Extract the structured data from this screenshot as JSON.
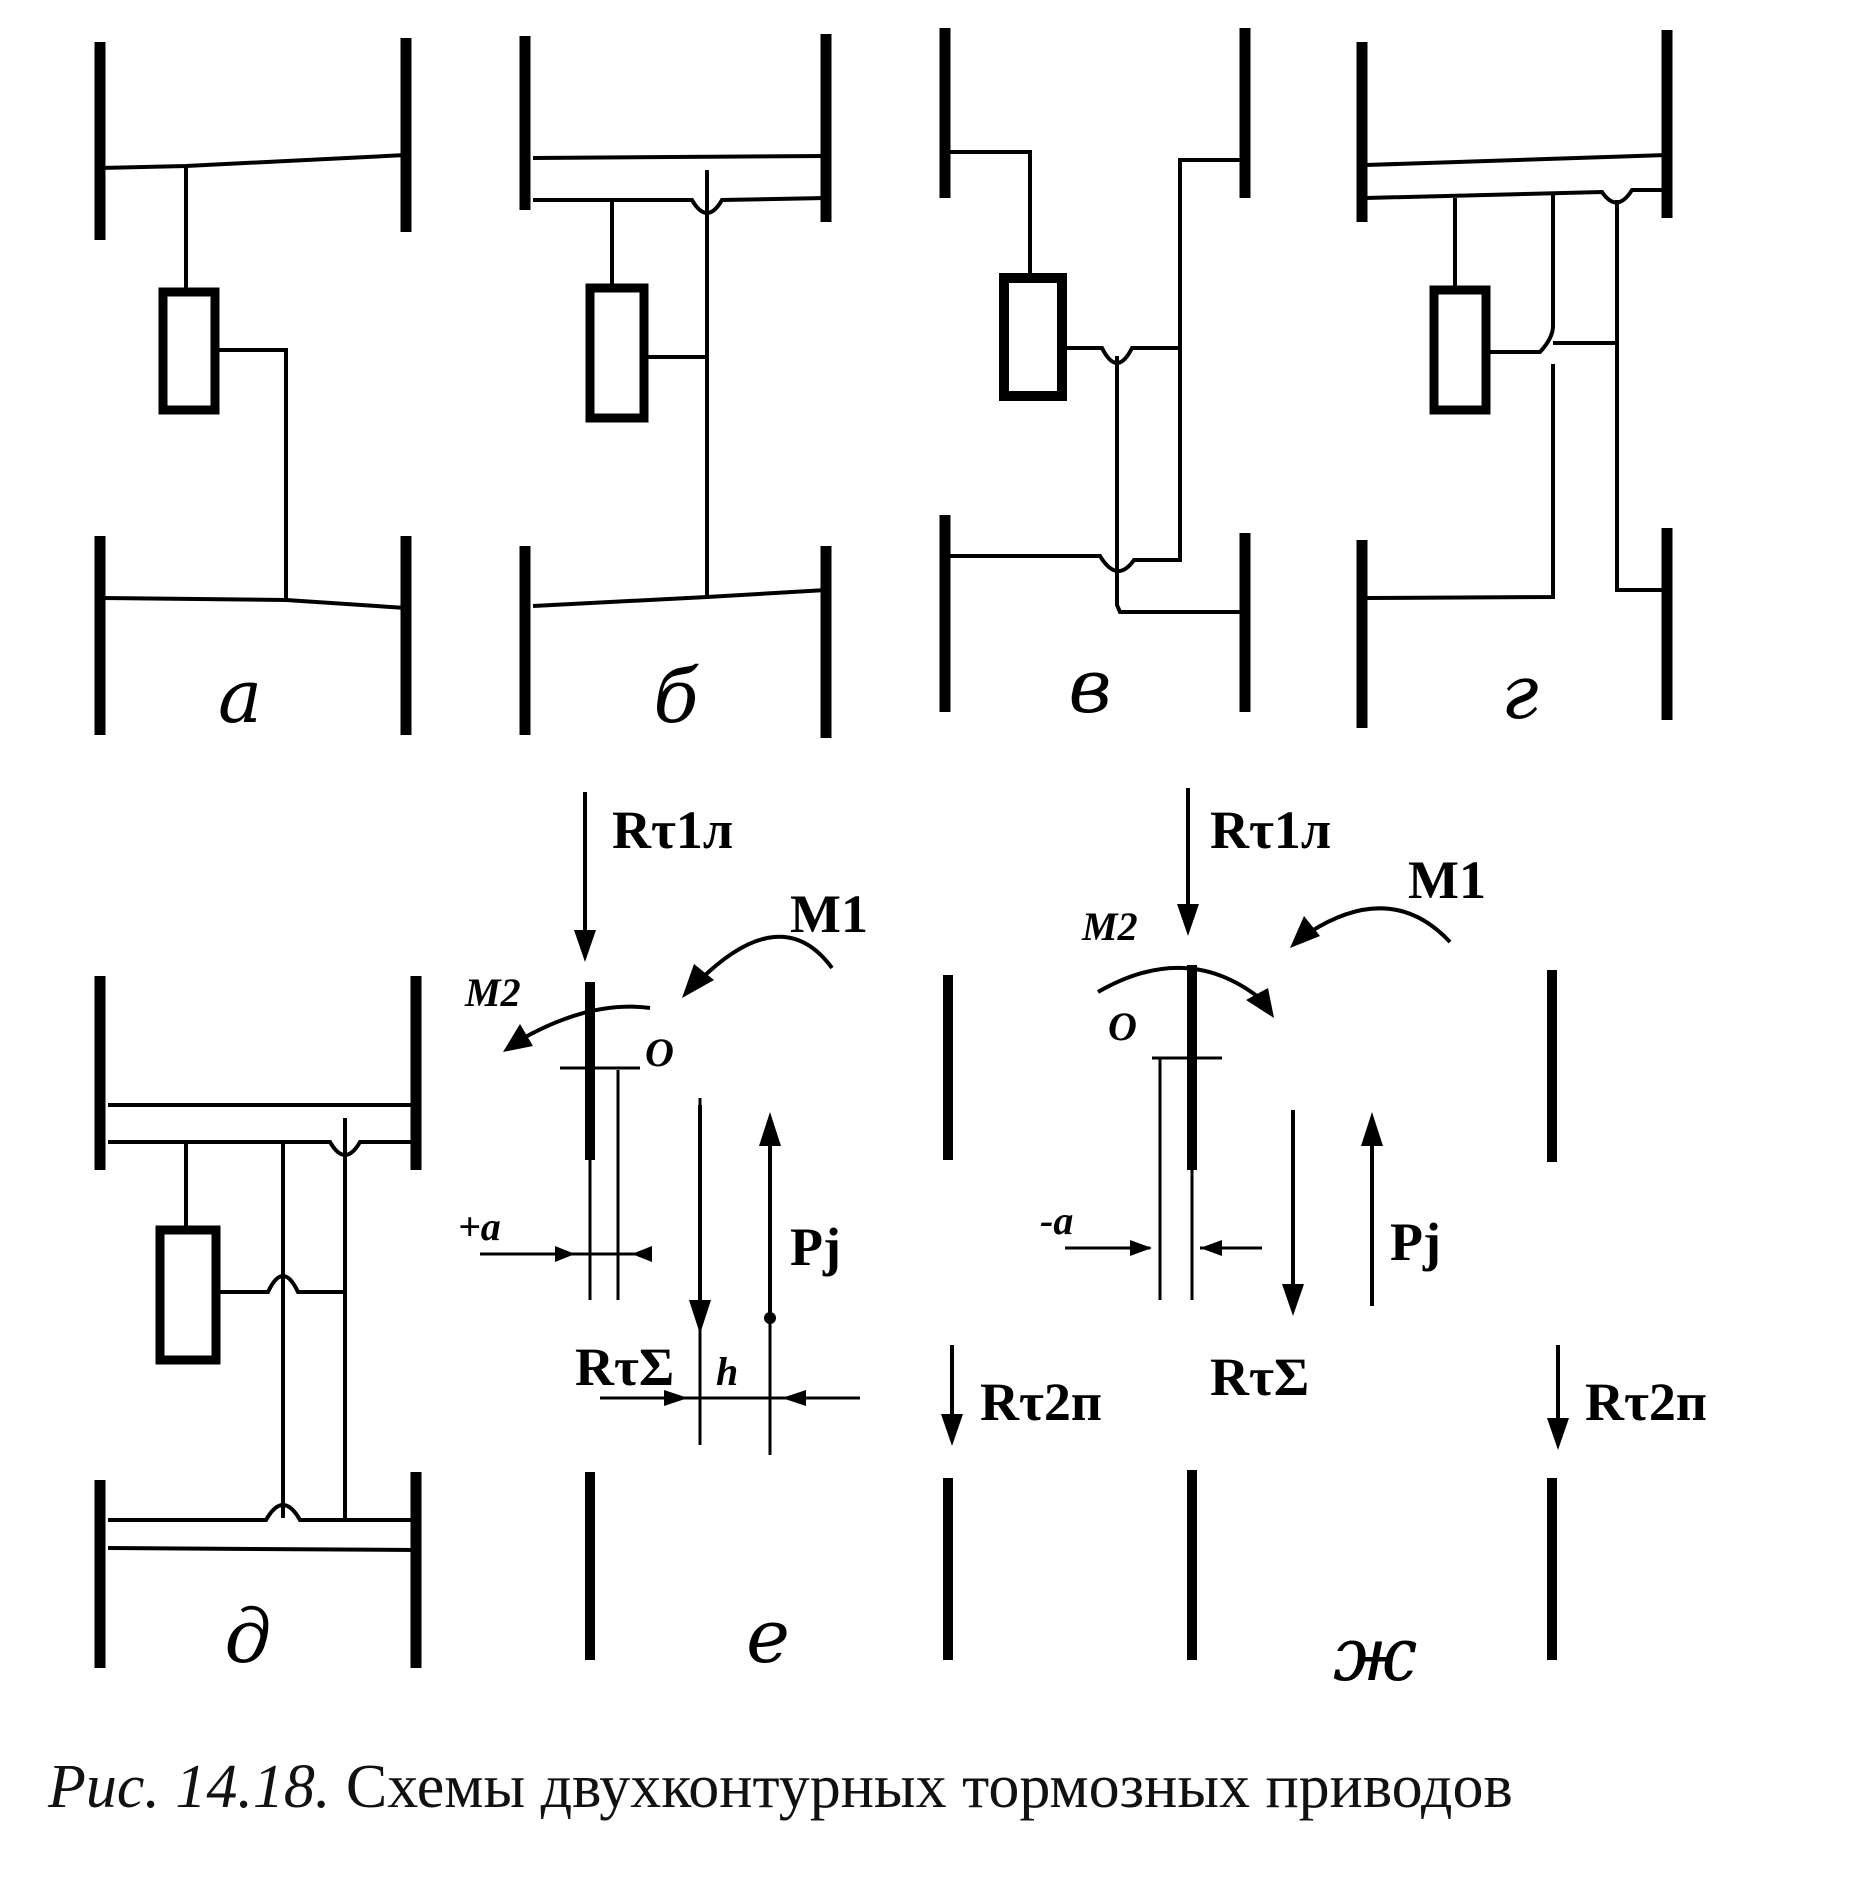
{
  "labels": {
    "a": "а",
    "b": "б",
    "v": "в",
    "g": "г",
    "d": "д",
    "e": "е",
    "zh": "ж"
  },
  "forces": {
    "rt1l": "Rτ1л",
    "rt2p": "Rτ2п",
    "rtsum": "RτΣ",
    "pj": "Pj",
    "m1": "M1",
    "m2": "M2",
    "o": "O",
    "h": "h",
    "plus_a": "+a",
    "minus_a": "-a"
  },
  "caption": {
    "number": "Рис. 14.18.",
    "text": "Схемы двухконтурных тормозных приводов"
  }
}
